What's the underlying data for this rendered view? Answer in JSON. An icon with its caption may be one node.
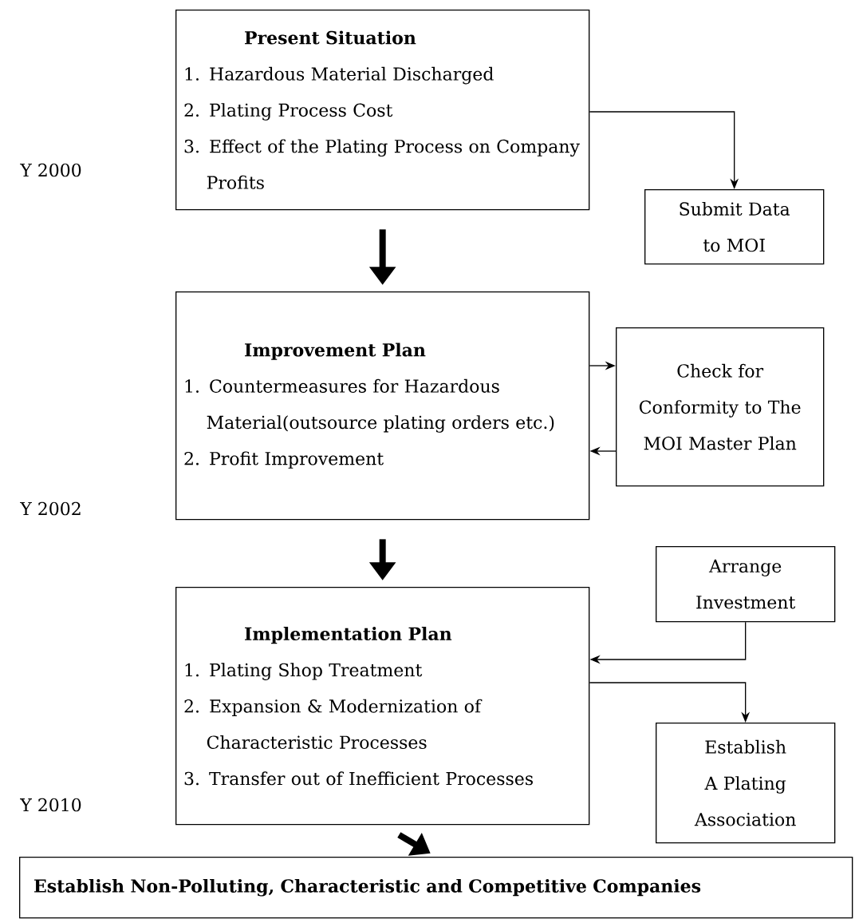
{
  "diagram": {
    "nodes": [
      {
        "text": [
          "Present Situation",
          "1. Hazardous Material Discharged",
          "2. Plating Process Cost",
          "3. Effect of the Plating Process on Company Profits"
        ]
      },
      {
        "text": [
          "Submit Data to MOI"
        ]
      },
      {
        "text": [
          "Improvement Plan",
          "1. Countermeasures for Hazardous Material(outsource plating orders etc.)",
          "2. Profit Improvement"
        ]
      },
      {
        "text": [
          "Check for Conformity to The MOI Master Plan"
        ]
      },
      {
        "text": [
          "Implementation Plan",
          "1. Plating Shop Treatment",
          "2. Expansion & Modernization of Characteristic Processes",
          "3. Transfer out of Inefficient Processes"
        ]
      },
      {
        "text": [
          "Arrange Investment"
        ]
      },
      {
        "text": [
          "Establish A Plating Association"
        ]
      },
      {
        "text": [
          "Establish Non-Polluting, Characteristic and Competitive Companies"
        ]
      }
    ],
    "edges": [
      {
        "from": 0,
        "to": 1,
        "arrow": "to"
      },
      {
        "from": 0,
        "to": 2,
        "arrow": "to",
        "style": "thick"
      },
      {
        "from": 2,
        "to": 3,
        "arrow": "to"
      },
      {
        "from": 3,
        "to": 2,
        "arrow": "to"
      },
      {
        "from": 2,
        "to": 4,
        "arrow": "to",
        "style": "thick"
      },
      {
        "from": 5,
        "to": 4,
        "arrow": "to"
      },
      {
        "from": 4,
        "to": 6,
        "arrow": "to"
      },
      {
        "from": 4,
        "to": 7,
        "arrow": "to",
        "style": "thick"
      }
    ],
    "labels": [
      "Y 2000",
      "Y 2002",
      "Y 2010"
    ]
  }
}
